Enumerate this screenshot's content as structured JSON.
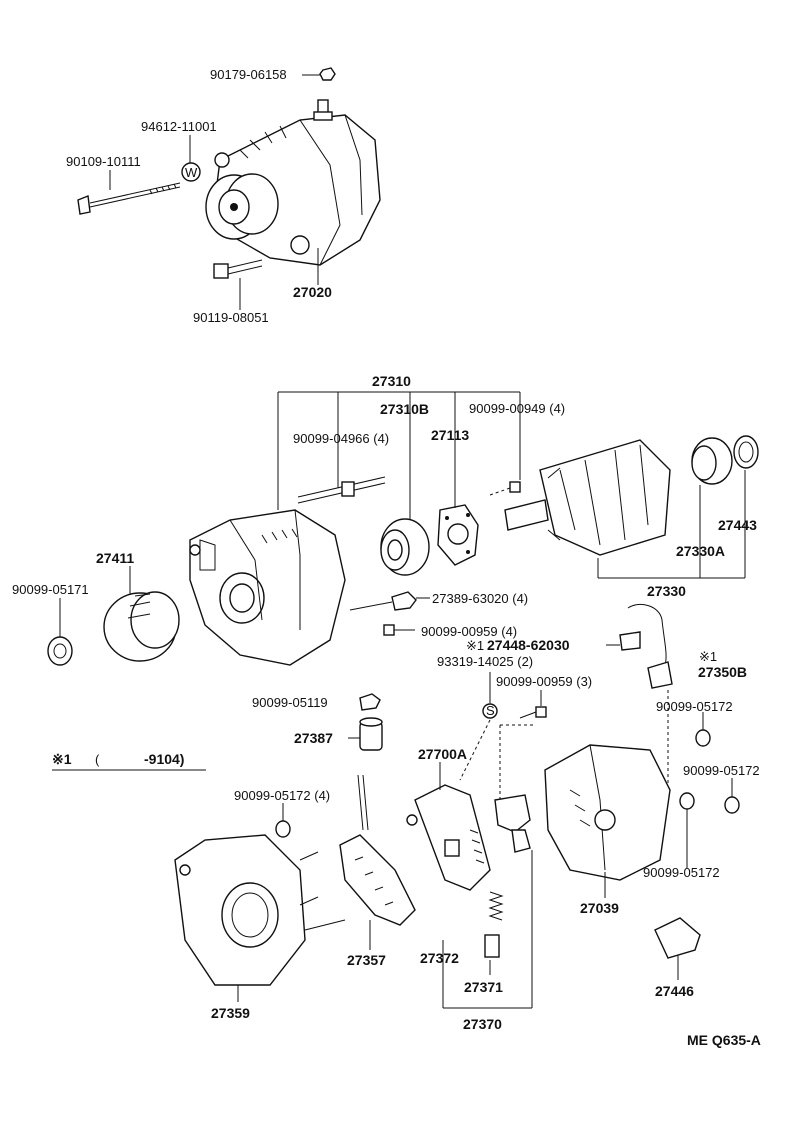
{
  "diagram_code": "ME Q635-A",
  "note": {
    "mark": "※1",
    "open_paren": "(",
    "range": "-9104)"
  },
  "labels": {
    "p_90179_06158": "90179-06158",
    "p_94612_11001": "94612-11001",
    "p_90109_10111": "90109-10111",
    "p_27020": "27020",
    "p_90119_08051": "90119-08051",
    "p_27310": "27310",
    "p_27310b": "27310B",
    "p_90099_00949": "90099-00949 (4)",
    "p_90099_04966": "90099-04966 (4)",
    "p_27113": "27113",
    "p_27443": "27443",
    "p_27330a": "27330A",
    "p_27330": "27330",
    "p_27411": "27411",
    "p_90099_05171": "90099-05171",
    "p_27389_63020": "27389-63020 (4)",
    "p_90099_00959_4": "90099-00959 (4)",
    "p_27448_62030": "27448-62030",
    "p_27448_mark": "※1",
    "p_93319_14025": "93319-14025 (2)",
    "p_27350b_mark": "※1",
    "p_27350b": "27350B",
    "p_90099_00959_3": "90099-00959 (3)",
    "p_90099_05119": "90099-05119",
    "p_90099_05172_a": "90099-05172",
    "p_27387": "27387",
    "p_27700a": "27700A",
    "p_90099_05172_b": "90099-05172",
    "p_90099_05172_4": "90099-05172 (4)",
    "p_90099_05172_c": "90099-05172",
    "p_27039": "27039",
    "p_27357": "27357",
    "p_27372": "27372",
    "p_27371": "27371",
    "p_27370": "27370",
    "p_27359": "27359",
    "p_27446": "27446"
  },
  "icons": {
    "washer_w": "W",
    "washer_s": "S"
  }
}
